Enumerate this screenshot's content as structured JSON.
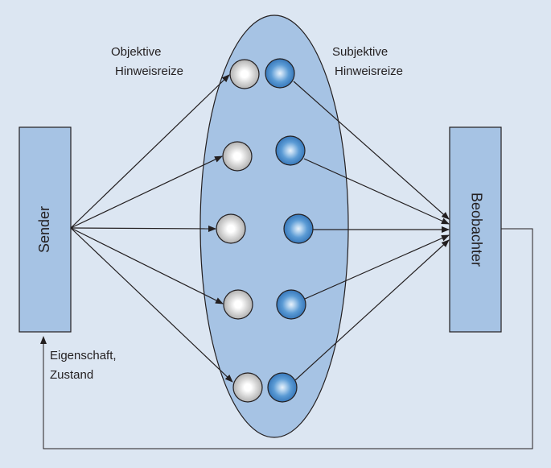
{
  "labels": {
    "objective_line1": "Objektive",
    "objective_line2": "Hinweisreize",
    "subjective_line1": "Subjektive",
    "subjective_line2": "Hinweisreize",
    "feedback_line1": "Eigenschaft,",
    "feedback_line2": "Zustand"
  },
  "nodes": {
    "sender": "Sender",
    "observer": "Beobachter"
  },
  "colors": {
    "background": "#dce6f2",
    "box_fill": "#a6c3e4",
    "ellipse_fill": "#a6c3e4",
    "objective_cue": "#bfbfbf",
    "subjective_cue": "#3f86c9",
    "stroke": "#231f20"
  }
}
